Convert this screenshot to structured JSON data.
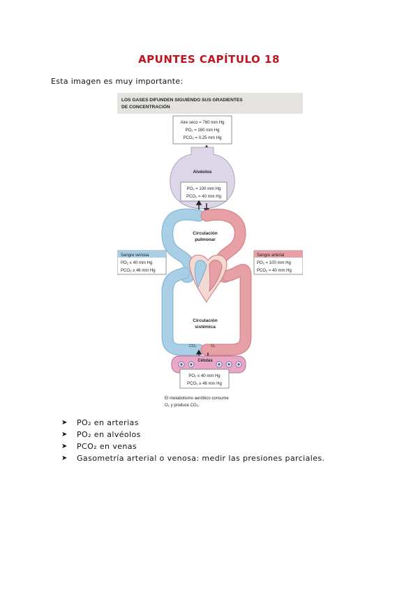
{
  "title": "APUNTES CAPÍTULO 18",
  "intro": "Esta imagen es muy importante:",
  "figure": {
    "heading_line1": "LOS GASES DIFUNDEN SIGUIENDO SUS GRADIENTES",
    "heading_line2": "DE CONCENTRACIÓN",
    "air_line1": "Aire seco = 760 mm Hg",
    "air_line2": "PO₂ = 160 mm Hg",
    "air_line3": "PCO₂ = 0,25 mm Hg",
    "alveoli_label": "Alvéolos",
    "alveoli_po2": "PO₂ = 100 mm Hg",
    "alveoli_pco2": "PCO₂ = 40 mm Hg",
    "o2": "O₂",
    "co2": "CO₂",
    "pulmonary_line1": "Circulación",
    "pulmonary_line2": "pulmonar",
    "venous_title": "Sangre venosa",
    "venous_po2": "PO₂ ≤ 40 mm Hg",
    "venous_pco2": "PCO₂ ≥ 46 mm Hg",
    "arterial_title": "Sangre arterial",
    "arterial_po2": "PO₂ = 100 mm Hg",
    "arterial_pco2": "PCO₂ = 40 mm Hg",
    "systemic_line1": "Circulación",
    "systemic_line2": "sistémica",
    "cells_label": "Células",
    "cells_po2": "PO₂ ≤ 40 mm Hg",
    "cells_pco2": "PCO₂ ≥ 46 mm Hg",
    "caption_line1": "El metabolismo aeróbico consume",
    "caption_line2": "O₂ y produce CO₂.",
    "colors": {
      "venous": "#a9cfe6",
      "arterial": "#e7a0a5",
      "alveoli": "#dcd6e8",
      "cells": "#e8a7c7",
      "heading_band": "#e4e3df"
    }
  },
  "bullets": [
    "PO₂ en arterias",
    "PO₂ en alvéolos",
    "PCO₂ en venas",
    "Gasometría arterial o venosa: medir las presiones parciales."
  ],
  "bullet_icon": "arrow-bullet-icon"
}
